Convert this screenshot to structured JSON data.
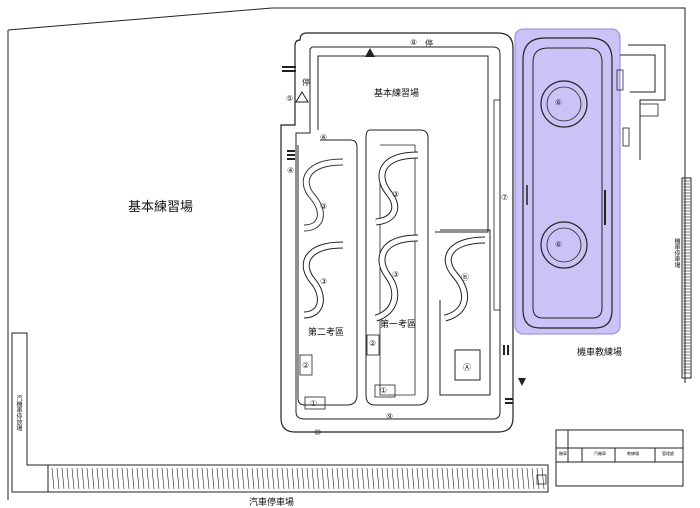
{
  "labels": {
    "main_area": "基本練習場",
    "upper_area": "基本練習場",
    "exam_area_2": "第二考區",
    "exam_area_1": "第一考區",
    "moto_area": "機車教練場",
    "car_parking": "汽車停車場",
    "left_parking": "汽機車停放場",
    "moto_parking": "機車停車場",
    "table_cells": [
      "機車",
      "",
      "汽機車",
      "",
      "教練場",
      "管理處"
    ]
  },
  "markers": {
    "m1": "①",
    "m2": "②",
    "m3": "③",
    "m4": "④",
    "m5": "⑤",
    "m6": "⑥",
    "m7": "⑦",
    "m8": "⑧",
    "m9": "⑨",
    "m10": "⑩",
    "mA": "Ⓐ",
    "mB": "Ⓑ",
    "ting": "停"
  },
  "colors": {
    "line": "#222222",
    "highlight_fill": "#c9c4f5",
    "highlight_stroke": "#8f86e6"
  }
}
